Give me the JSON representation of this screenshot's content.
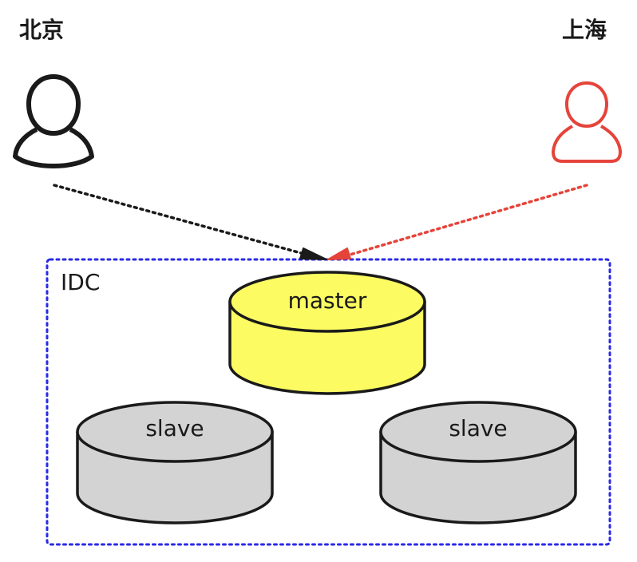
{
  "locations": {
    "beijing": {
      "name": "北京",
      "color": "#1a1a1a"
    },
    "shanghai": {
      "name": "上海",
      "color": "#e5443b"
    }
  },
  "datacenter": {
    "name": "IDC",
    "border_color": "#2a2ae6"
  },
  "nodes": {
    "master": {
      "label": "master",
      "fill": "#fcfc62"
    },
    "slave_left": {
      "label": "slave",
      "fill": "#d3d3d3"
    },
    "slave_right": {
      "label": "slave",
      "fill": "#d3d3d3"
    }
  },
  "icons": {
    "beijing_user": "user-icon",
    "shanghai_user": "user-icon"
  }
}
